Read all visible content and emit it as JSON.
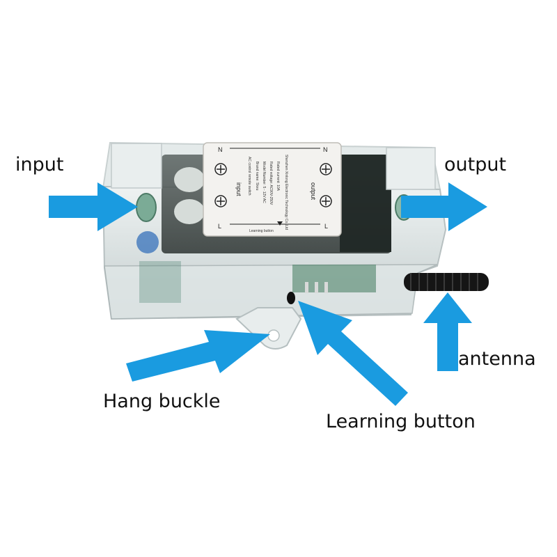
{
  "labels": {
    "input": "input",
    "output": "output",
    "antenna": "antenna",
    "hang_buckle": "Hang buckle",
    "learning_button": "Learning button"
  },
  "sticker": {
    "n_left": "N",
    "n_right": "N",
    "l_left": "L",
    "l_right": "L",
    "input": "input",
    "output": "output",
    "title": "AC control remote switch",
    "line1": "Brand name: Skeu",
    "line2": "Model Number: 5 - 12V AC",
    "line3": "Rated voltage: AC90V-250V",
    "line4": "Rated current: 10A",
    "line5": "Shenzhen Xinlong Electronic Technology Co.,Ltd",
    "learning_button": "Learning button"
  },
  "colors": {
    "arrow": "#1a9be0",
    "casing": "#dfe6e6",
    "casing_edge": "#b9c3c4",
    "pcb": "#2f5f4a",
    "antenna": "#151515",
    "sticker": "#f3f2ef"
  },
  "icons": {
    "arrow": "right-arrow-icon",
    "terminal": "screw-terminal-icon"
  }
}
